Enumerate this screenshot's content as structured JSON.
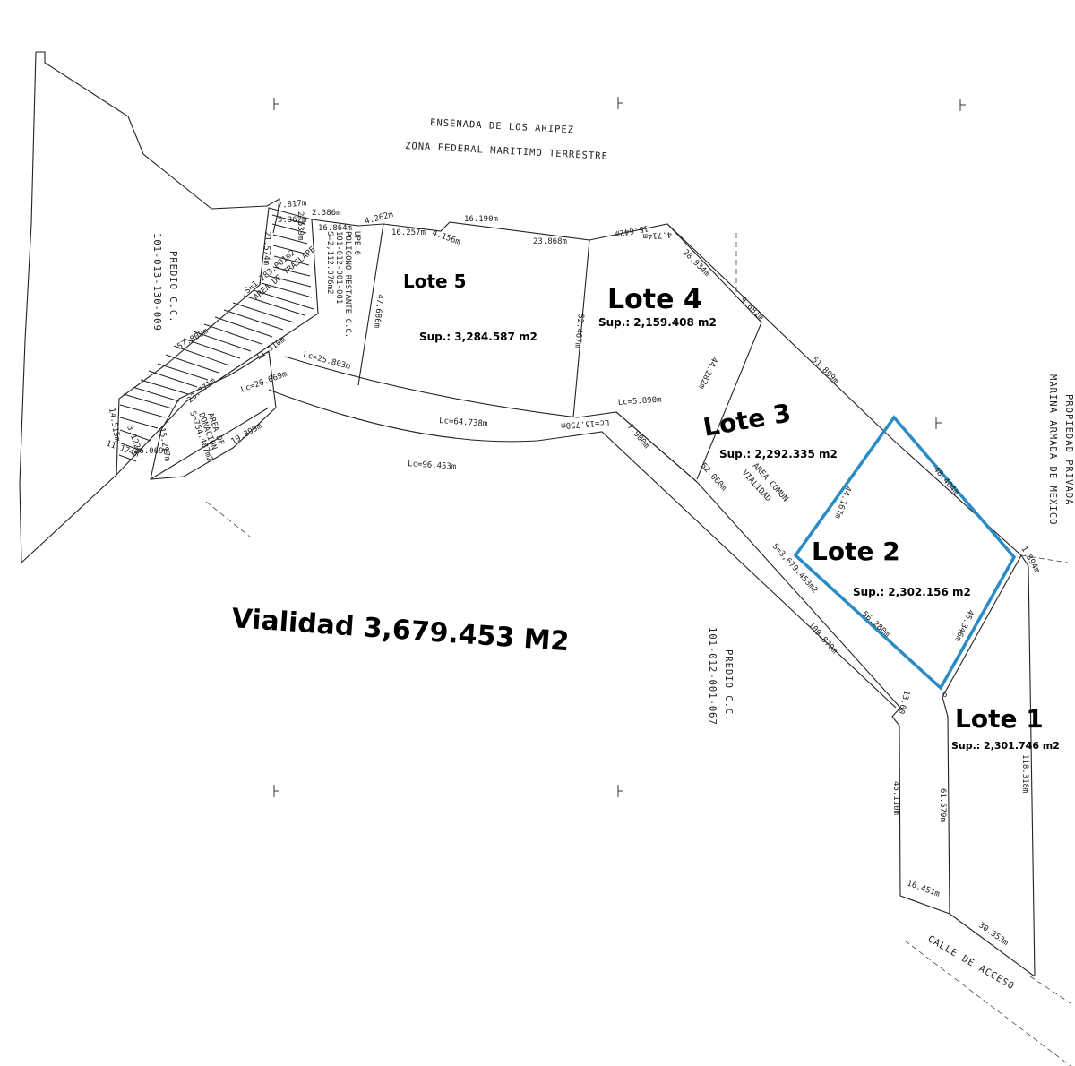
{
  "header": {
    "line1": "ENSENADA DE LOS ARIPEZ",
    "line2": "ZONA FEDERAL MARITIMO TERRESTRE"
  },
  "neighbors": {
    "west_a": "PREDIO C.C.",
    "west_b": "101-013-130-009",
    "south_a": "PREDIO C.C.",
    "south_b": "101-012-001-067",
    "east_a": "PROPIEDAD PRIVADA",
    "east_b": "MARINA ARMADA DE MEXICO",
    "road": "CALLE DE ACCESO"
  },
  "lots": [
    {
      "name": "Lote 5",
      "area": "Sup.: 3,284.587 m2"
    },
    {
      "name": "Lote 4",
      "area": "Sup.: 2,159.408 m2"
    },
    {
      "name": "Lote 3",
      "area": "Sup.: 2,292.335 m2"
    },
    {
      "name": "Lote 2",
      "area": "Sup.: 2,302.156 m2"
    },
    {
      "name": "Lote 1",
      "area": "Sup.: 2,301.746 m2"
    }
  ],
  "vialidad_label": "Vialidad 3,679.453 M2",
  "areas": {
    "traslape_1": "AREA DE TRASLAPE",
    "traslape_2": "S=1,283.001m2",
    "donacion_1": "AREA DE",
    "donacion_2": "DONACION",
    "donacion_3": "S=754.487m2",
    "poligono_1": "UPE-6",
    "poligono_2": "POLIGONO RESTANTE C.C.",
    "poligono_3": "101-012-001-001",
    "poligono_4": "S=2,112.076m2",
    "comun_1": "AREA COMUN",
    "comun_2": "VIALIDAD",
    "comun_3": "S=3,679.453m2"
  },
  "dimensions": {
    "d_2386": "2.386m",
    "d_16864": "16.864m",
    "d_4262": "4.262m",
    "d_16257": "16.257m",
    "d_4156": "4.156m",
    "d_16190": "16.190m",
    "d_23868": "23.868m",
    "d_15642": "15.642m",
    "d_4714": "4.714m",
    "d_28934": "28.934m",
    "d_9681": "9.681m",
    "d_51899": "51.899m",
    "d_48404": "48.404m",
    "d_1894": "1.894m",
    "d_45346": "45.346m",
    "d_56280": "56.280m",
    "d_44167": "44.167m",
    "d_44282": "44.282m",
    "d_52467": "52.467m",
    "d_47686": "47.686m",
    "d_lc25803": "Lc=25.803m",
    "d_lc64738": "Lc=64.738m",
    "d_lc15750": "Lc=15.750m",
    "d_lc5890": "Lc=5.890m",
    "d_7900": "7.900m",
    "d_lc20669": "Lc=20.669m",
    "d_lc96453": "Lc=96.453m",
    "d_52060": "52.060m",
    "d_109870": "109.870m",
    "d_1300": "13.00",
    "d_6": "6",
    "d_118318": "118.318m",
    "d_61579": "61.579m",
    "d_46110": "46.110m",
    "d_16451": "16.451m",
    "d_30353": "30.353m",
    "d_21574": "21.574m",
    "d_5362": "5.362m",
    "d_7817": "7.817m",
    "d_2539": "2.539m",
    "d_57809": "57.809m",
    "d_11510": "11.510m",
    "d_23771": "23.771m",
    "d_15297": "15.297m",
    "d_14515": "14.515m",
    "d_11174": "11.174m",
    "d_26069": "26.069m",
    "d_3122": "3.122m",
    "d_19399": "19.399m"
  },
  "colors": {
    "highlight": "#2a8cc4"
  }
}
